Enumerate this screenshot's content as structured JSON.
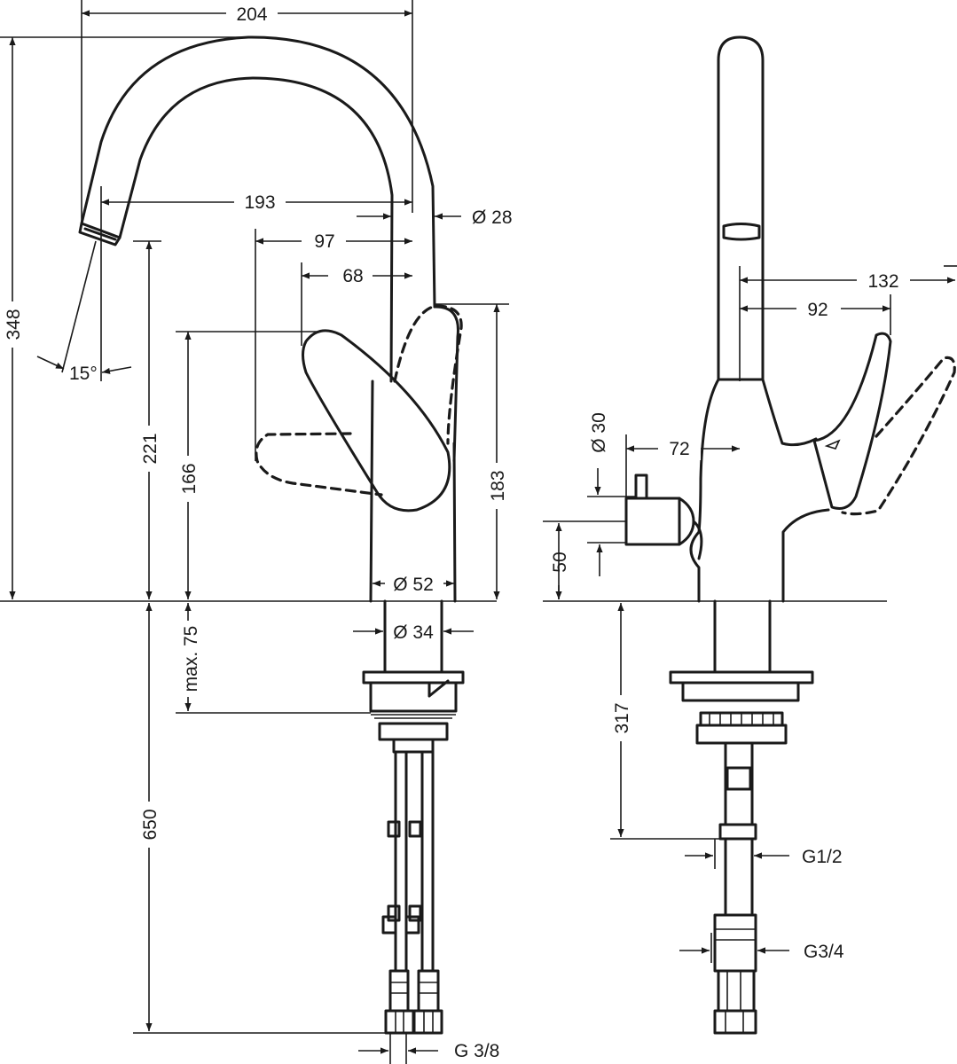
{
  "colors": {
    "line": "#1a1a1a",
    "background": "#ffffff"
  },
  "side_view": {
    "dim_width": "204",
    "dim_height_total": "348",
    "dim_spout_reach": "193",
    "dim_spout_diameter": "Ø 28",
    "dim_lever_97": "97",
    "dim_lever_68": "68",
    "dim_angle": "15°",
    "dim_outlet_height": "221",
    "dim_lever_height": "166",
    "dim_body_height": "183",
    "dim_body_diameter": "Ø 52",
    "dim_shank_diameter": "Ø 34",
    "dim_max_thickness": "max. 75",
    "dim_hose_length": "650",
    "dim_hose_thread": "G 3/8"
  },
  "front_view": {
    "dim_lever_132": "132",
    "dim_lever_92": "92",
    "dim_knob_offset": "72",
    "dim_knob_diameter": "Ø 30",
    "dim_knob_height": "50",
    "dim_shank_length": "317",
    "dim_thread_half": "G1/2",
    "dim_thread_three_quarter": "G3/4"
  }
}
